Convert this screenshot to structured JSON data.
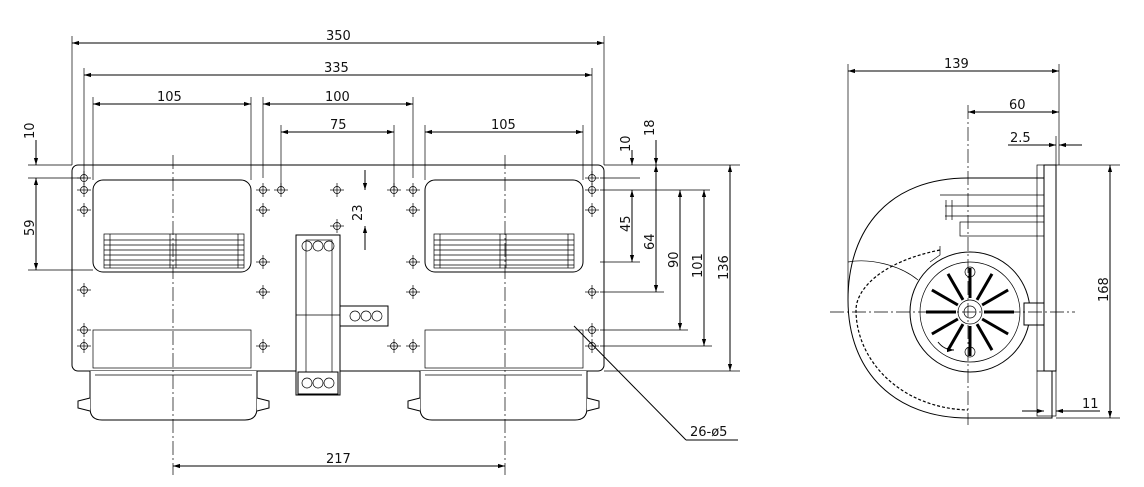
{
  "front_view": {
    "width_overall": "350",
    "width_holes": "335",
    "wheel_left_width": "105",
    "center_gap": "100",
    "center_holes": "75",
    "wheel_right_width": "105",
    "wheel_centers": "217",
    "left_top_offset": "10",
    "left_height": "59",
    "right_top_offset": "10",
    "right_pos_18": "18",
    "center_23": "23",
    "right_45": "45",
    "right_64": "64",
    "right_90": "90",
    "right_101": "101",
    "height_overall": "136",
    "holes_callout": "26-ø5"
  },
  "side_view": {
    "depth_overall": "139",
    "motor_offset": "60",
    "flange_thickness": "2.5",
    "height": "168",
    "bottom_offset": "11"
  }
}
